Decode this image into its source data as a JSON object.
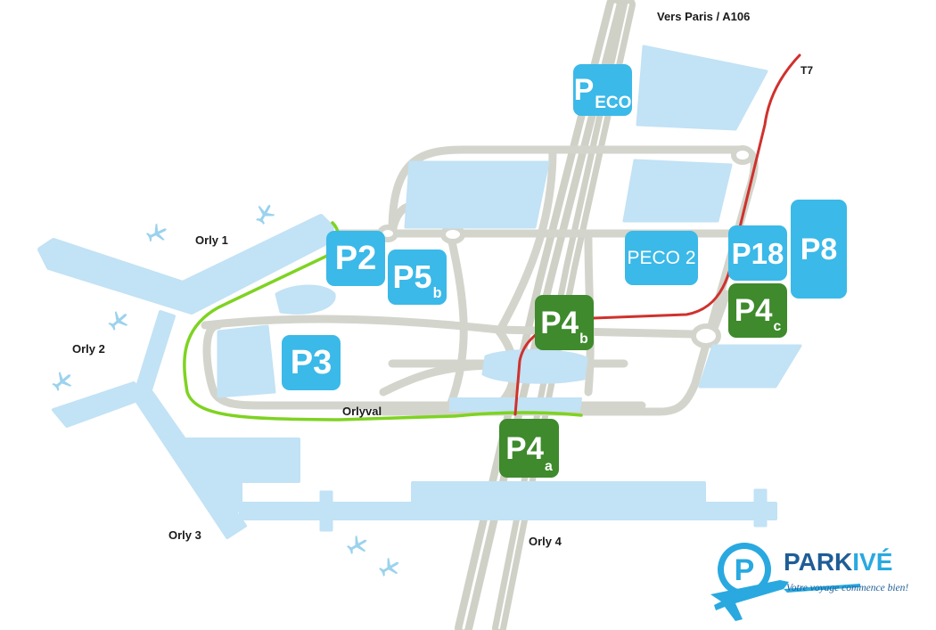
{
  "map": {
    "labels": {
      "vers_paris": "Vers Paris / A106",
      "t7": "T7",
      "orly1": "Orly 1",
      "orly2": "Orly 2",
      "orly3": "Orly 3",
      "orly4": "Orly 4",
      "orlyval": "Orlyval"
    },
    "parkings": {
      "peco": {
        "main": "P",
        "sub": "ECO",
        "color": "blue"
      },
      "peco2": {
        "main": "PECO 2",
        "sub": "",
        "color": "blue"
      },
      "p2": {
        "main": "P2",
        "sub": "",
        "color": "blue"
      },
      "p5b": {
        "main": "P5",
        "sub": "b",
        "color": "blue"
      },
      "p3": {
        "main": "P3",
        "sub": "",
        "color": "blue"
      },
      "p18": {
        "main": "P18",
        "sub": "",
        "color": "blue"
      },
      "p8": {
        "main": "P8",
        "sub": "",
        "color": "blue"
      },
      "p4b": {
        "main": "P4",
        "sub": "b",
        "color": "green"
      },
      "p4c": {
        "main": "P4",
        "sub": "c",
        "color": "green"
      },
      "p4a": {
        "main": "P4",
        "sub": "a",
        "color": "green"
      }
    },
    "lines": {
      "orlyval_color": "#7ed321",
      "t7_color": "#d0312d"
    },
    "colors": {
      "terminal": "#c2e2f5",
      "road": "#d3d5cc",
      "parking_blue": "#3bb9e8",
      "parking_green": "#3e8a2c"
    }
  },
  "logo": {
    "letter": "P",
    "brand_prefix": "PARK",
    "brand_suffix": "IVÉ",
    "tagline": "Votre voyage commence bien!",
    "icon": "parking-plane-logo-icon"
  }
}
